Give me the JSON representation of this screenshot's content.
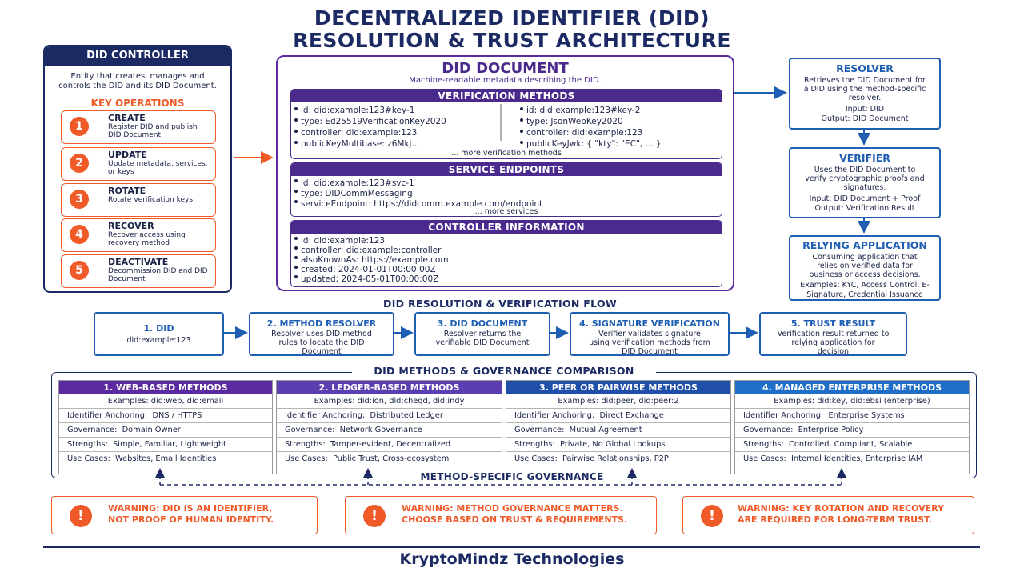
{
  "title": {
    "line1": "DECENTRALIZED IDENTIFIER (DID)",
    "line2": "RESOLUTION & TRUST ARCHITECTURE"
  },
  "controller": {
    "header": "DID CONTROLLER",
    "desc": "Entity that creates, manages and controls the DID and its DID Document.",
    "ops_title": "KEY OPERATIONS",
    "ops": [
      {
        "num": "1",
        "title": "CREATE",
        "desc": "Register DID and publish DID Document"
      },
      {
        "num": "2",
        "title": "UPDATE",
        "desc": "Update metadata, services, or keys"
      },
      {
        "num": "3",
        "title": "ROTATE",
        "desc": "Rotate verification keys"
      },
      {
        "num": "4",
        "title": "RECOVER",
        "desc": "Recover access using recovery method"
      },
      {
        "num": "5",
        "title": "DEACTIVATE",
        "desc": "Decommission DID and DID Document"
      }
    ]
  },
  "document": {
    "title": "DID DOCUMENT",
    "subtitle": "Machine-readable metadata describing the DID.",
    "vm": {
      "header": "VERIFICATION METHODS",
      "left": [
        "id: did:example:123#key-1",
        "type: Ed25519VerificationKey2020",
        "controller: did:example:123",
        "publicKeyMultibase: z6Mkj..."
      ],
      "right": [
        "id: did:example:123#key-2",
        "type: JsonWebKey2020",
        "controller: did:example:123",
        "publicKeyJwk: { \"kty\": \"EC\", ... }"
      ],
      "more": "... more verification methods"
    },
    "se": {
      "header": "SERVICE ENDPOINTS",
      "items": [
        "id: did:example:123#svc-1",
        "type: DIDCommMessaging",
        "serviceEndpoint: https://didcomm.example.com/endpoint"
      ],
      "more": "... more services"
    },
    "ci": {
      "header": "CONTROLLER INFORMATION",
      "items": [
        "id: did:example:123",
        "controller: did:example:controller",
        "alsoKnownAs: https://example.com",
        "created: 2024-01-01T00:00:00Z",
        "updated: 2024-05-01T00:00:00Z"
      ]
    }
  },
  "resolver": {
    "title": "RESOLVER",
    "desc": "Retrieves the DID Document for a DID using the method-specific resolver.",
    "input": "Input: DID",
    "output": "Output: DID Document"
  },
  "verifier": {
    "title": "VERIFIER",
    "desc": "Uses the DID Document to verify cryptographic proofs and signatures.",
    "input": "Input: DID Document + Proof",
    "output": "Output: Verification Result"
  },
  "relying": {
    "title": "RELYING APPLICATION",
    "desc": "Consuming application that relies on verified data for business or access decisions.",
    "examples": "Examples: KYC, Access Control, E-Signature, Credential Issuance"
  },
  "flow": {
    "title": "DID RESOLUTION & VERIFICATION FLOW",
    "steps": [
      {
        "title": "1. DID",
        "desc": "did:example:123"
      },
      {
        "title": "2. METHOD RESOLVER",
        "desc": "Resolver uses DID method rules to locate the DID Document"
      },
      {
        "title": "3. DID DOCUMENT",
        "desc": "Resolver returns the verifiable DID Document"
      },
      {
        "title": "4. SIGNATURE VERIFICATION",
        "desc": "Verifier validates signature using verification methods from DID Document"
      },
      {
        "title": "5. TRUST RESULT",
        "desc": "Verification result returned to relying application for decision"
      }
    ]
  },
  "comparison": {
    "title": "DID METHODS & GOVERNANCE COMPARISON",
    "columns": [
      {
        "header": "1. WEB-BASED METHODS",
        "color": "#5b2a9e",
        "examples": "Examples: did:web, did:email",
        "rows": [
          [
            "Identifier Anchoring:",
            "DNS / HTTPS"
          ],
          [
            "Governance:",
            "Domain Owner"
          ],
          [
            "Strengths:",
            "Simple, Familiar, Lightweight"
          ],
          [
            "Use Cases:",
            "Websites, Email Identities"
          ]
        ]
      },
      {
        "header": "2. LEDGER-BASED METHODS",
        "color": "#5b3fb0",
        "examples": "Examples: did:ion, did:cheqd, did:indy",
        "rows": [
          [
            "Identifier Anchoring:",
            "Distributed Ledger"
          ],
          [
            "Governance:",
            "Network Governance"
          ],
          [
            "Strengths:",
            "Tamper-evident, Decentralized"
          ],
          [
            "Use Cases:",
            "Public Trust, Cross-ecosystem"
          ]
        ]
      },
      {
        "header": "3. PEER OR PAIRWISE METHODS",
        "color": "#1f4fa8",
        "examples": "Examples: did:peer, did:peer:2",
        "rows": [
          [
            "Identifier Anchoring:",
            "Direct Exchange"
          ],
          [
            "Governance:",
            "Mutual Agreement"
          ],
          [
            "Strengths:",
            "Private, No Global Lookups"
          ],
          [
            "Use Cases:",
            "Pairwise Relationships, P2P"
          ]
        ]
      },
      {
        "header": "4. MANAGED ENTERPRISE METHODS",
        "color": "#1f6fc8",
        "examples": "Examples: did:key, did:ebsi (enterprise)",
        "rows": [
          [
            "Identifier Anchoring:",
            "Enterprise Systems"
          ],
          [
            "Governance:",
            "Enterprise Policy"
          ],
          [
            "Strengths:",
            "Controlled, Compliant, Scalable"
          ],
          [
            "Use Cases:",
            "Internal Identities, Enterprise IAM"
          ]
        ]
      }
    ],
    "governance_label": "METHOD-SPECIFIC GOVERNANCE"
  },
  "warnings": [
    {
      "line1": "WARNING: DID IS AN IDENTIFIER,",
      "line2": "NOT PROOF OF HUMAN IDENTITY."
    },
    {
      "line1": "WARNING: METHOD GOVERNANCE MATTERS.",
      "line2": "CHOOSE BASED ON TRUST & REQUIREMENTS."
    },
    {
      "line1": "WARNING: KEY ROTATION AND RECOVERY",
      "line2": "ARE REQUIRED FOR LONG-TERM TRUST."
    }
  ],
  "footer": "KryptoMindz Technologies"
}
